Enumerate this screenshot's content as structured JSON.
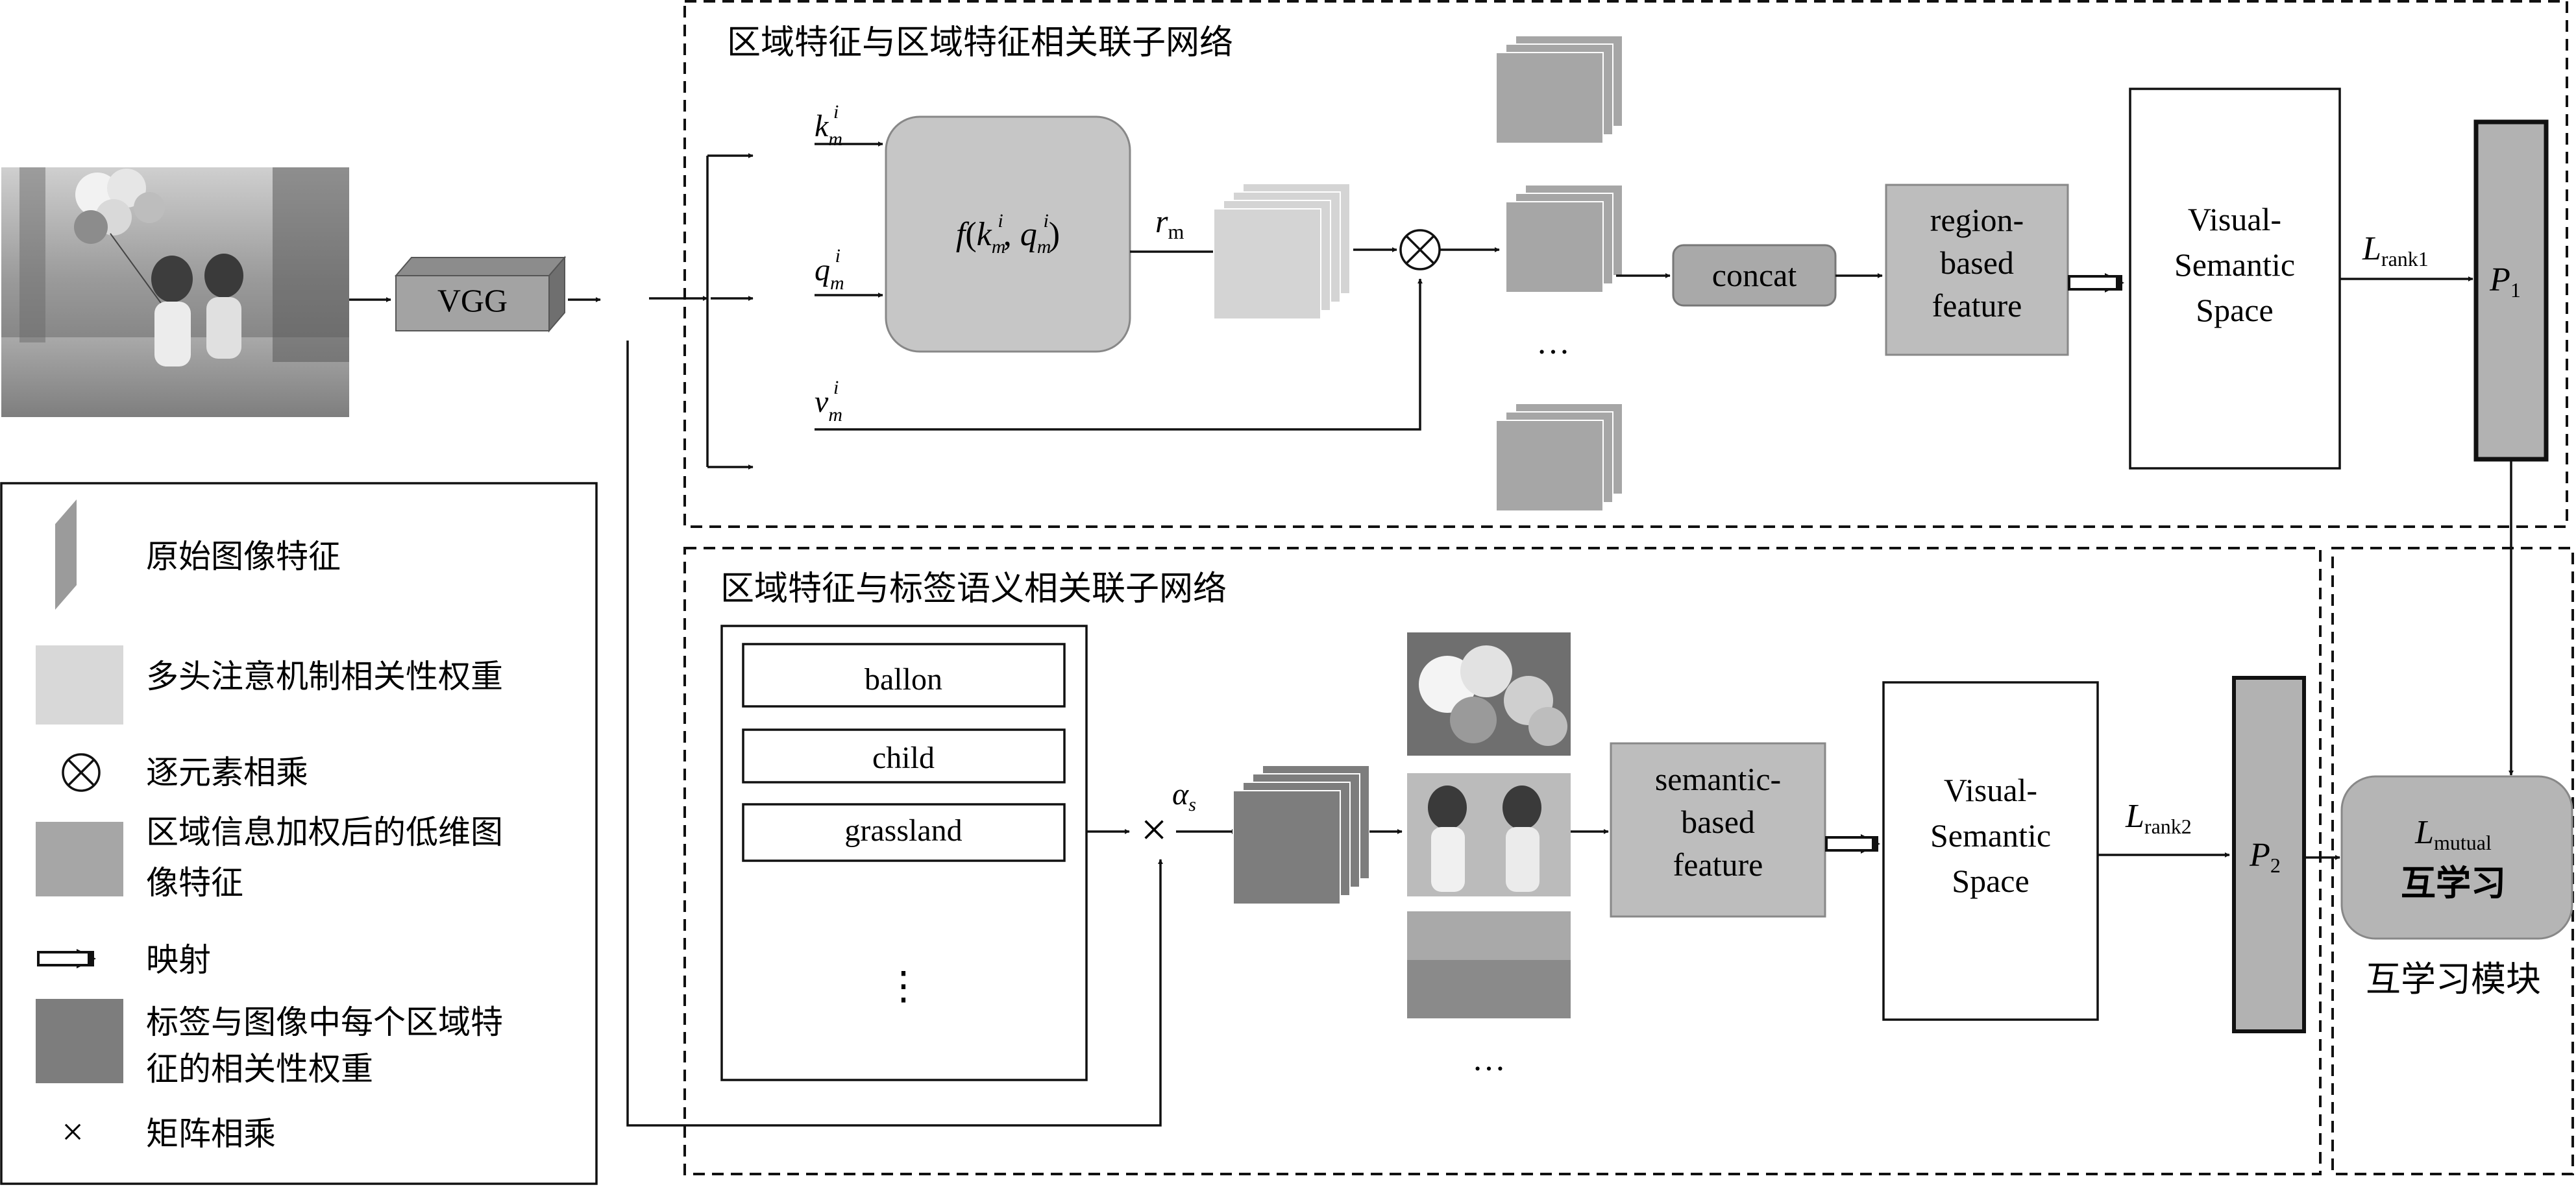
{
  "subnet_top": {
    "title": "区域特征与区域特征相关联子网络"
  },
  "subnet_bottom": {
    "title": "区域特征与标签语义相关联子网络"
  },
  "backbone": {
    "label": "VGG"
  },
  "attention": {
    "key": "k",
    "query": "q",
    "value": "v",
    "sub": "m",
    "sup": "i",
    "func": "f",
    "output": "r",
    "output_sub": "m",
    "ellipsis": "…"
  },
  "concat": {
    "label": "concat"
  },
  "region_feature": {
    "lines": [
      "region-",
      "based",
      "feature"
    ]
  },
  "semantic_feature": {
    "lines": [
      "semantic-",
      "based",
      "feature"
    ]
  },
  "space_top": {
    "lines": [
      "Visual-",
      "Semantic",
      "Space"
    ]
  },
  "space_bottom": {
    "lines": [
      "Visual-",
      "Semantic",
      "Space"
    ]
  },
  "losses": {
    "rank1": {
      "symbol": "L",
      "sub": "rank1"
    },
    "rank2": {
      "symbol": "L",
      "sub": "rank2"
    },
    "mutual": {
      "symbol": "L",
      "sub": "mutual",
      "caption": "互学习"
    }
  },
  "predictions": {
    "p1": {
      "symbol": "P",
      "sub": "1"
    },
    "p2": {
      "symbol": "P",
      "sub": "2"
    }
  },
  "labels": {
    "items": [
      "ballon",
      "child",
      "grassland"
    ],
    "ellipsis": "⋮"
  },
  "alpha": {
    "symbol": "α",
    "sub": "s"
  },
  "multiply_symbol": "×",
  "region_ellipsis": "…",
  "mutual_module": {
    "title": "互学习模块"
  },
  "legend": {
    "items": [
      {
        "label": "原始图像特征"
      },
      {
        "label": "多头注意机制相关性权重"
      },
      {
        "label": "逐元素相乘"
      },
      {
        "label": "区域信息加权后的低维图",
        "label2": "像特征"
      },
      {
        "label": "映射"
      },
      {
        "label": "标签与图像中每个区域特",
        "label2": "征的相关性权重"
      },
      {
        "label": "矩阵相乘"
      }
    ]
  },
  "colors": {
    "dark_gray": "#7a7a7a",
    "mid_gray": "#9b9b9b",
    "light_gray": "#c8c8c8",
    "pale_gray": "#dcdcdc",
    "stroke": "#1a1a1a"
  }
}
